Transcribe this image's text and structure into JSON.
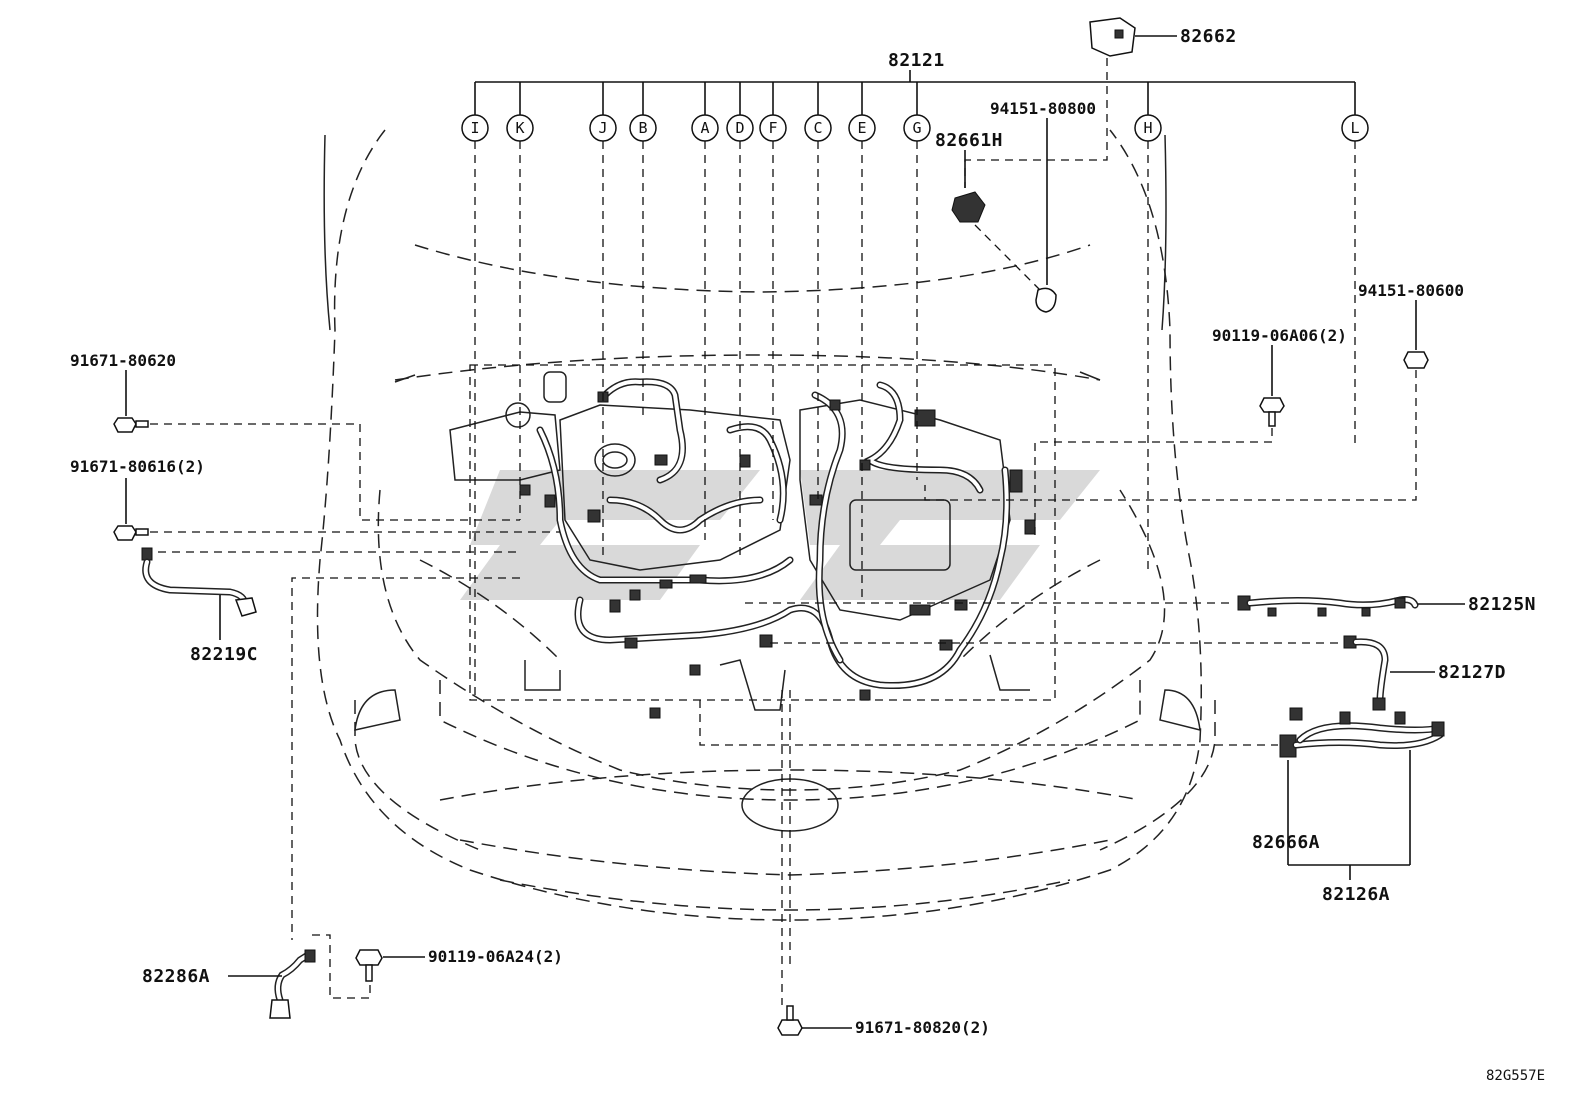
{
  "diagram": {
    "main_harness": "82121",
    "branch_letters": [
      "I",
      "K",
      "J",
      "B",
      "A",
      "D",
      "F",
      "C",
      "E",
      "G",
      "H",
      "L"
    ],
    "parts": {
      "p82662": "82662",
      "p82661h": "82661H",
      "p94151_80800": "94151-80800",
      "p94151_80600": "94151-80600",
      "p90119_06a06": "90119-06A06(2)",
      "p91671_80620": "91671-80620",
      "p91671_80616": "91671-80616(2)",
      "p82219c": "82219C",
      "p82125n": "82125N",
      "p82127d": "82127D",
      "p82666a": "82666A",
      "p82126a": "82126A",
      "p82286a": "82286A",
      "p90119_06a24": "90119-06A24(2)",
      "p91671_80820": "91671-80820(2)"
    },
    "figure_ref": "82G557E"
  }
}
